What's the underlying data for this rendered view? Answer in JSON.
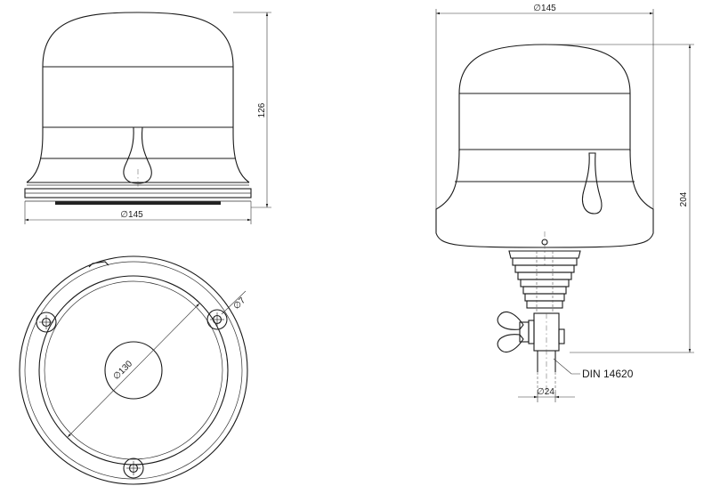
{
  "diagram": {
    "front_view": {
      "width_label": "∅145",
      "height_label": "126"
    },
    "bottom_view": {
      "lens_diameter_label": "∅130",
      "hole_diameter_label": "∅7"
    },
    "pole_view": {
      "width_label": "∅145",
      "height_label": "204",
      "mount_standard_label": "DIN 14620",
      "pole_diameter_label": "∅24"
    }
  }
}
